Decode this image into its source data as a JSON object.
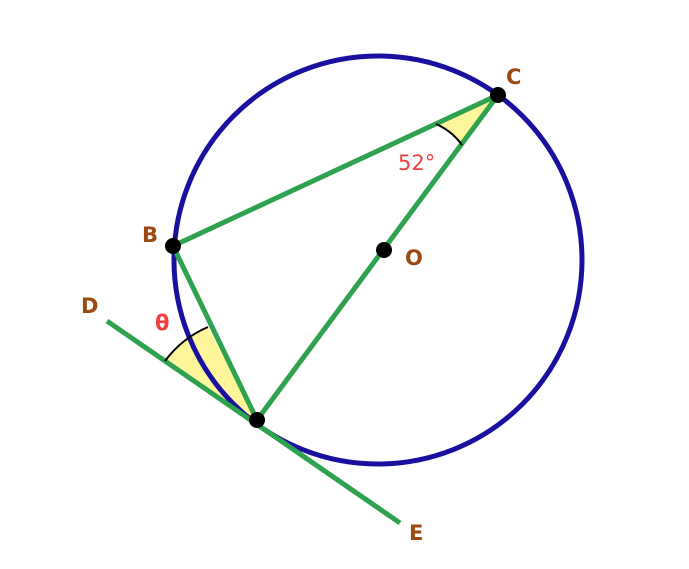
{
  "points": {
    "C": "C",
    "B": "B",
    "O": "O",
    "D": "D",
    "E": "E"
  },
  "angles": {
    "known": "52°",
    "unknown": "θ"
  },
  "colors": {
    "circle": "#1a10a0",
    "segments": "#2ea24e",
    "angle_fill": "#fff59a",
    "angle_arc": "#000000",
    "points": "#000000",
    "point_labels": "#9b4a14",
    "angle_labels": "#f04040"
  }
}
